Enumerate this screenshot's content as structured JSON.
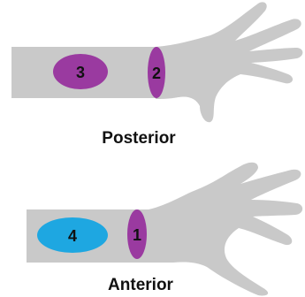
{
  "colors": {
    "arm": "#c9c9c9",
    "purple": "#9a3aa0",
    "blue": "#1ea7e1",
    "label_text": "#111111"
  },
  "figures": [
    {
      "view": "Posterior",
      "zones": [
        {
          "number": "3",
          "color": "purple"
        },
        {
          "number": "2",
          "color": "purple"
        }
      ]
    },
    {
      "view": "Anterior",
      "zones": [
        {
          "number": "4",
          "color": "blue"
        },
        {
          "number": "1",
          "color": "purple"
        }
      ]
    }
  ]
}
